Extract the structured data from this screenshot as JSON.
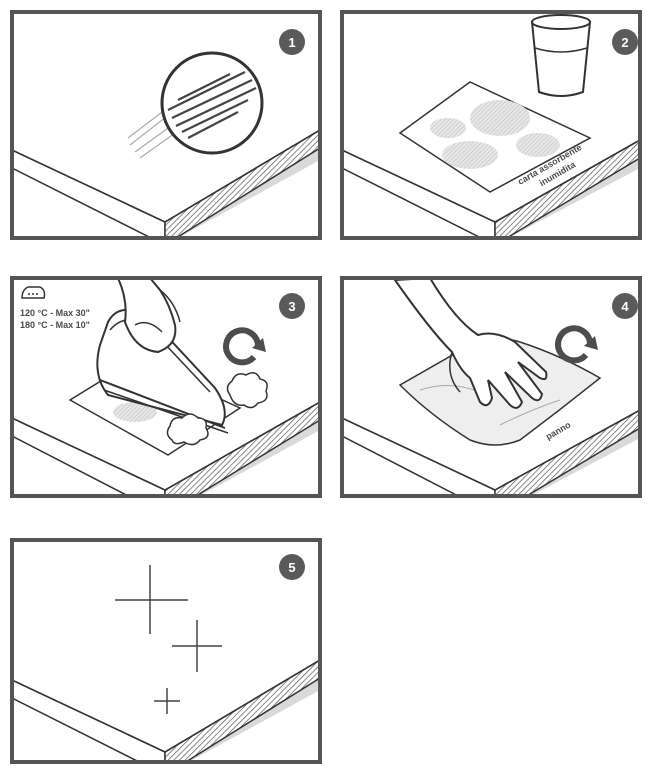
{
  "steps": [
    {
      "number": "1"
    },
    {
      "number": "2",
      "label_line1": "carta assorbente",
      "label_line2": "inumidita"
    },
    {
      "number": "3",
      "setting_line1": "120 °C - Max 30\"",
      "setting_line2": "180 °C - Max 10\""
    },
    {
      "number": "4",
      "label": "panno"
    },
    {
      "number": "5"
    }
  ],
  "colors": {
    "frame": "#555555",
    "badge": "#5a5a5a",
    "edge_fill": "#d9d9d9",
    "stain": "#c8c8c8",
    "line": "#4d4d4d"
  },
  "icons": {
    "frame_icons": [
      "scratch-magnifier-icon",
      "glass-of-water-icon",
      "iron-icon",
      "rotate-arrow-icon",
      "hand-icon",
      "sparkle-icon"
    ]
  }
}
